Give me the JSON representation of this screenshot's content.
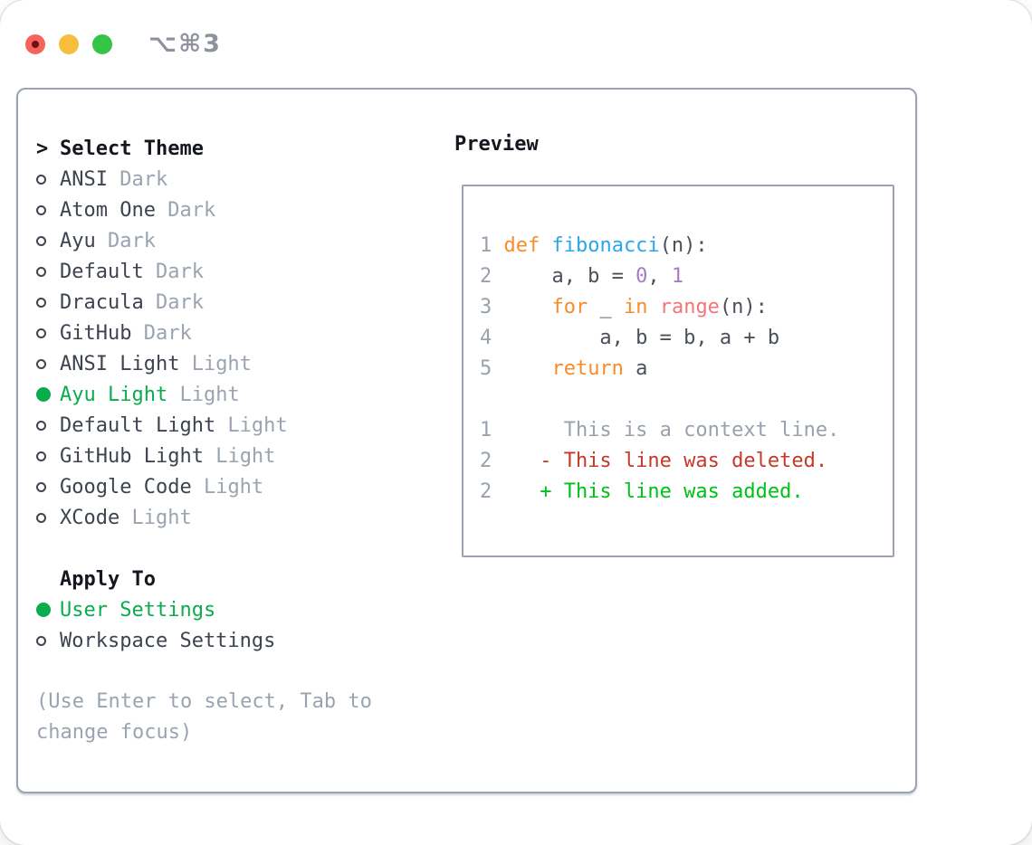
{
  "window": {
    "title": "⌥⌘3"
  },
  "theme_picker": {
    "header_marker": ">",
    "header": "Select Theme",
    "items": [
      {
        "name": "ANSI",
        "variant": "Dark",
        "selected": false
      },
      {
        "name": "Atom One",
        "variant": "Dark",
        "selected": false
      },
      {
        "name": "Ayu",
        "variant": "Dark",
        "selected": false
      },
      {
        "name": "Default",
        "variant": "Dark",
        "selected": false
      },
      {
        "name": "Dracula",
        "variant": "Dark",
        "selected": false
      },
      {
        "name": "GitHub",
        "variant": "Dark",
        "selected": false
      },
      {
        "name": "ANSI Light",
        "variant": "Light",
        "selected": false
      },
      {
        "name": "Ayu Light",
        "variant": "Light",
        "selected": true
      },
      {
        "name": "Default Light",
        "variant": "Light",
        "selected": false
      },
      {
        "name": "GitHub Light",
        "variant": "Light",
        "selected": false
      },
      {
        "name": "Google Code",
        "variant": "Light",
        "selected": false
      },
      {
        "name": "XCode",
        "variant": "Light",
        "selected": false
      }
    ]
  },
  "apply_to": {
    "header": "Apply To",
    "options": [
      {
        "label": "User Settings",
        "selected": true
      },
      {
        "label": "Workspace Settings",
        "selected": false
      }
    ]
  },
  "hint": "(Use Enter to select, Tab to change focus)",
  "preview": {
    "header": "Preview",
    "code_lines": [
      {
        "num": "1",
        "tokens": [
          {
            "t": "def",
            "c": "keyword"
          },
          {
            "t": " ",
            "c": "plain"
          },
          {
            "t": "fibonacci",
            "c": "function"
          },
          {
            "t": "(n):",
            "c": "plain"
          }
        ]
      },
      {
        "num": "2",
        "tokens": [
          {
            "t": "    a, b = ",
            "c": "plain"
          },
          {
            "t": "0",
            "c": "number"
          },
          {
            "t": ", ",
            "c": "plain"
          },
          {
            "t": "1",
            "c": "number"
          }
        ]
      },
      {
        "num": "3",
        "tokens": [
          {
            "t": "    ",
            "c": "plain"
          },
          {
            "t": "for",
            "c": "keyword"
          },
          {
            "t": " _ ",
            "c": "plain"
          },
          {
            "t": "in",
            "c": "keyword"
          },
          {
            "t": " ",
            "c": "plain"
          },
          {
            "t": "range",
            "c": "builtin"
          },
          {
            "t": "(n):",
            "c": "plain"
          }
        ]
      },
      {
        "num": "4",
        "tokens": [
          {
            "t": "        a, b = b, a + b",
            "c": "plain"
          }
        ]
      },
      {
        "num": "5",
        "tokens": [
          {
            "t": "    ",
            "c": "plain"
          },
          {
            "t": "return",
            "c": "keyword"
          },
          {
            "t": " a",
            "c": "plain"
          }
        ]
      }
    ],
    "diff_lines": [
      {
        "num": "1",
        "kind": "context",
        "text": "     This is a context line."
      },
      {
        "num": "2",
        "kind": "deleted",
        "text": "   - This line was deleted."
      },
      {
        "num": "2",
        "kind": "added",
        "text": "   + This line was added."
      }
    ]
  },
  "colors": {
    "black": "#14171e",
    "dark": "#3d434f",
    "code": "#4a4f59",
    "muted": "#9aa4b0",
    "linenum": "#98a2ad",
    "green": "#0bab4e",
    "added": "#00c117",
    "deleted": "#c5382a",
    "keyword": "#f88c2b",
    "function": "#2ca6e8",
    "number": "#a37acc",
    "builtin": "#f4747a",
    "border": "#9aa3af",
    "titlegray": "#8d929c"
  }
}
